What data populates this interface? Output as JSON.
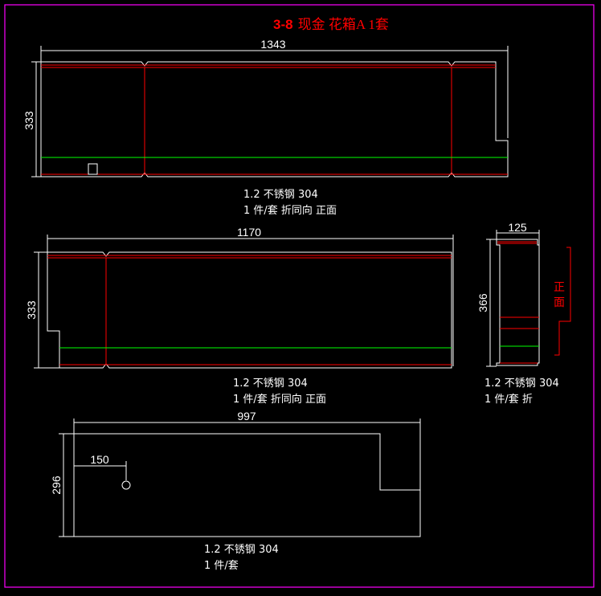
{
  "title": {
    "code": "3-8",
    "text": "现金 花箱A 1套"
  },
  "colors": {
    "background": "#000000",
    "frame": "#ff00ff",
    "outline": "#ffffff",
    "bend": "#ff0000",
    "line": "#00ff00"
  },
  "parts": [
    {
      "width_dim": "1343",
      "height_dim": "333",
      "material": "1.2 不锈钢 304",
      "note": "1 件/套 折同向 正面"
    },
    {
      "width_dim": "1170",
      "height_dim": "333",
      "material": "1.2 不锈钢 304",
      "note": "1 件/套 折同向 正面"
    },
    {
      "width_dim": "125",
      "height_dim": "366",
      "material": "1.2 不锈钢 304",
      "note": "1 件/套 折",
      "side_label_1": "正",
      "side_label_2": "面"
    },
    {
      "width_dim": "997",
      "height_dim": "296",
      "hole_dim": "150",
      "material": "1.2 不锈钢 304",
      "note": "1 件/套"
    }
  ]
}
